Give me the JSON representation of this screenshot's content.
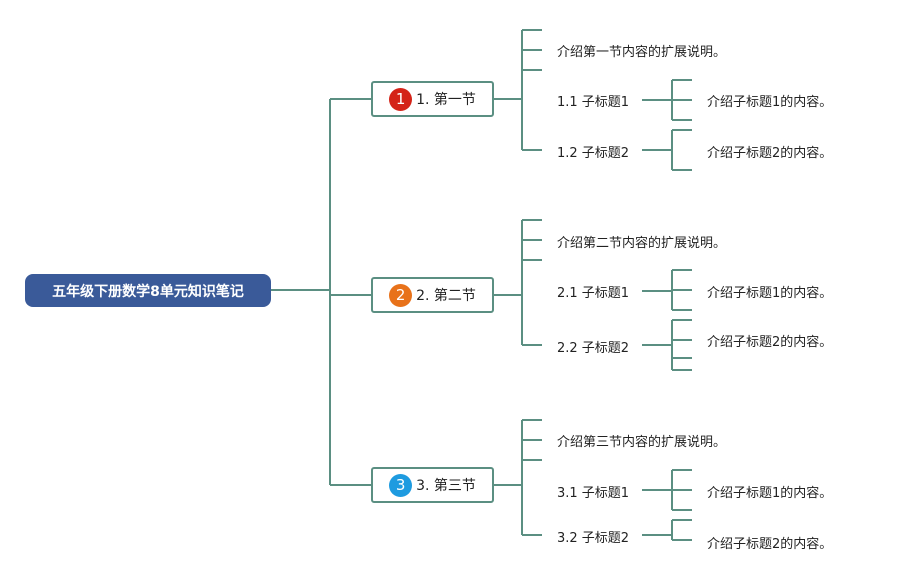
{
  "root": {
    "label": "五年级下册数学8单元知识笔记",
    "color": "#3a5a99"
  },
  "line_color": "#5b8f82",
  "sections": [
    {
      "badge": "1",
      "badge_color": "#d42318",
      "label": "1. 第一节",
      "description": "介绍第一节内容的扩展说明。",
      "subs": [
        {
          "label": "1.1 子标题1",
          "content": "介绍子标题1的内容。"
        },
        {
          "label": "1.2 子标题2",
          "content": "介绍子标题2的内容。"
        }
      ]
    },
    {
      "badge": "2",
      "badge_color": "#e8721a",
      "label": "2. 第二节",
      "description": "介绍第二节内容的扩展说明。",
      "subs": [
        {
          "label": "2.1 子标题1",
          "content": "介绍子标题1的内容。"
        },
        {
          "label": "2.2 子标题2",
          "content": "介绍子标题2的内容。"
        }
      ]
    },
    {
      "badge": "3",
      "badge_color": "#1e9be0",
      "label": "3. 第三节",
      "description": "介绍第三节内容的扩展说明。",
      "subs": [
        {
          "label": "3.1 子标题1",
          "content": "介绍子标题1的内容。"
        },
        {
          "label": "3.2 子标题2",
          "content": "介绍子标题2的内容。"
        }
      ]
    }
  ]
}
